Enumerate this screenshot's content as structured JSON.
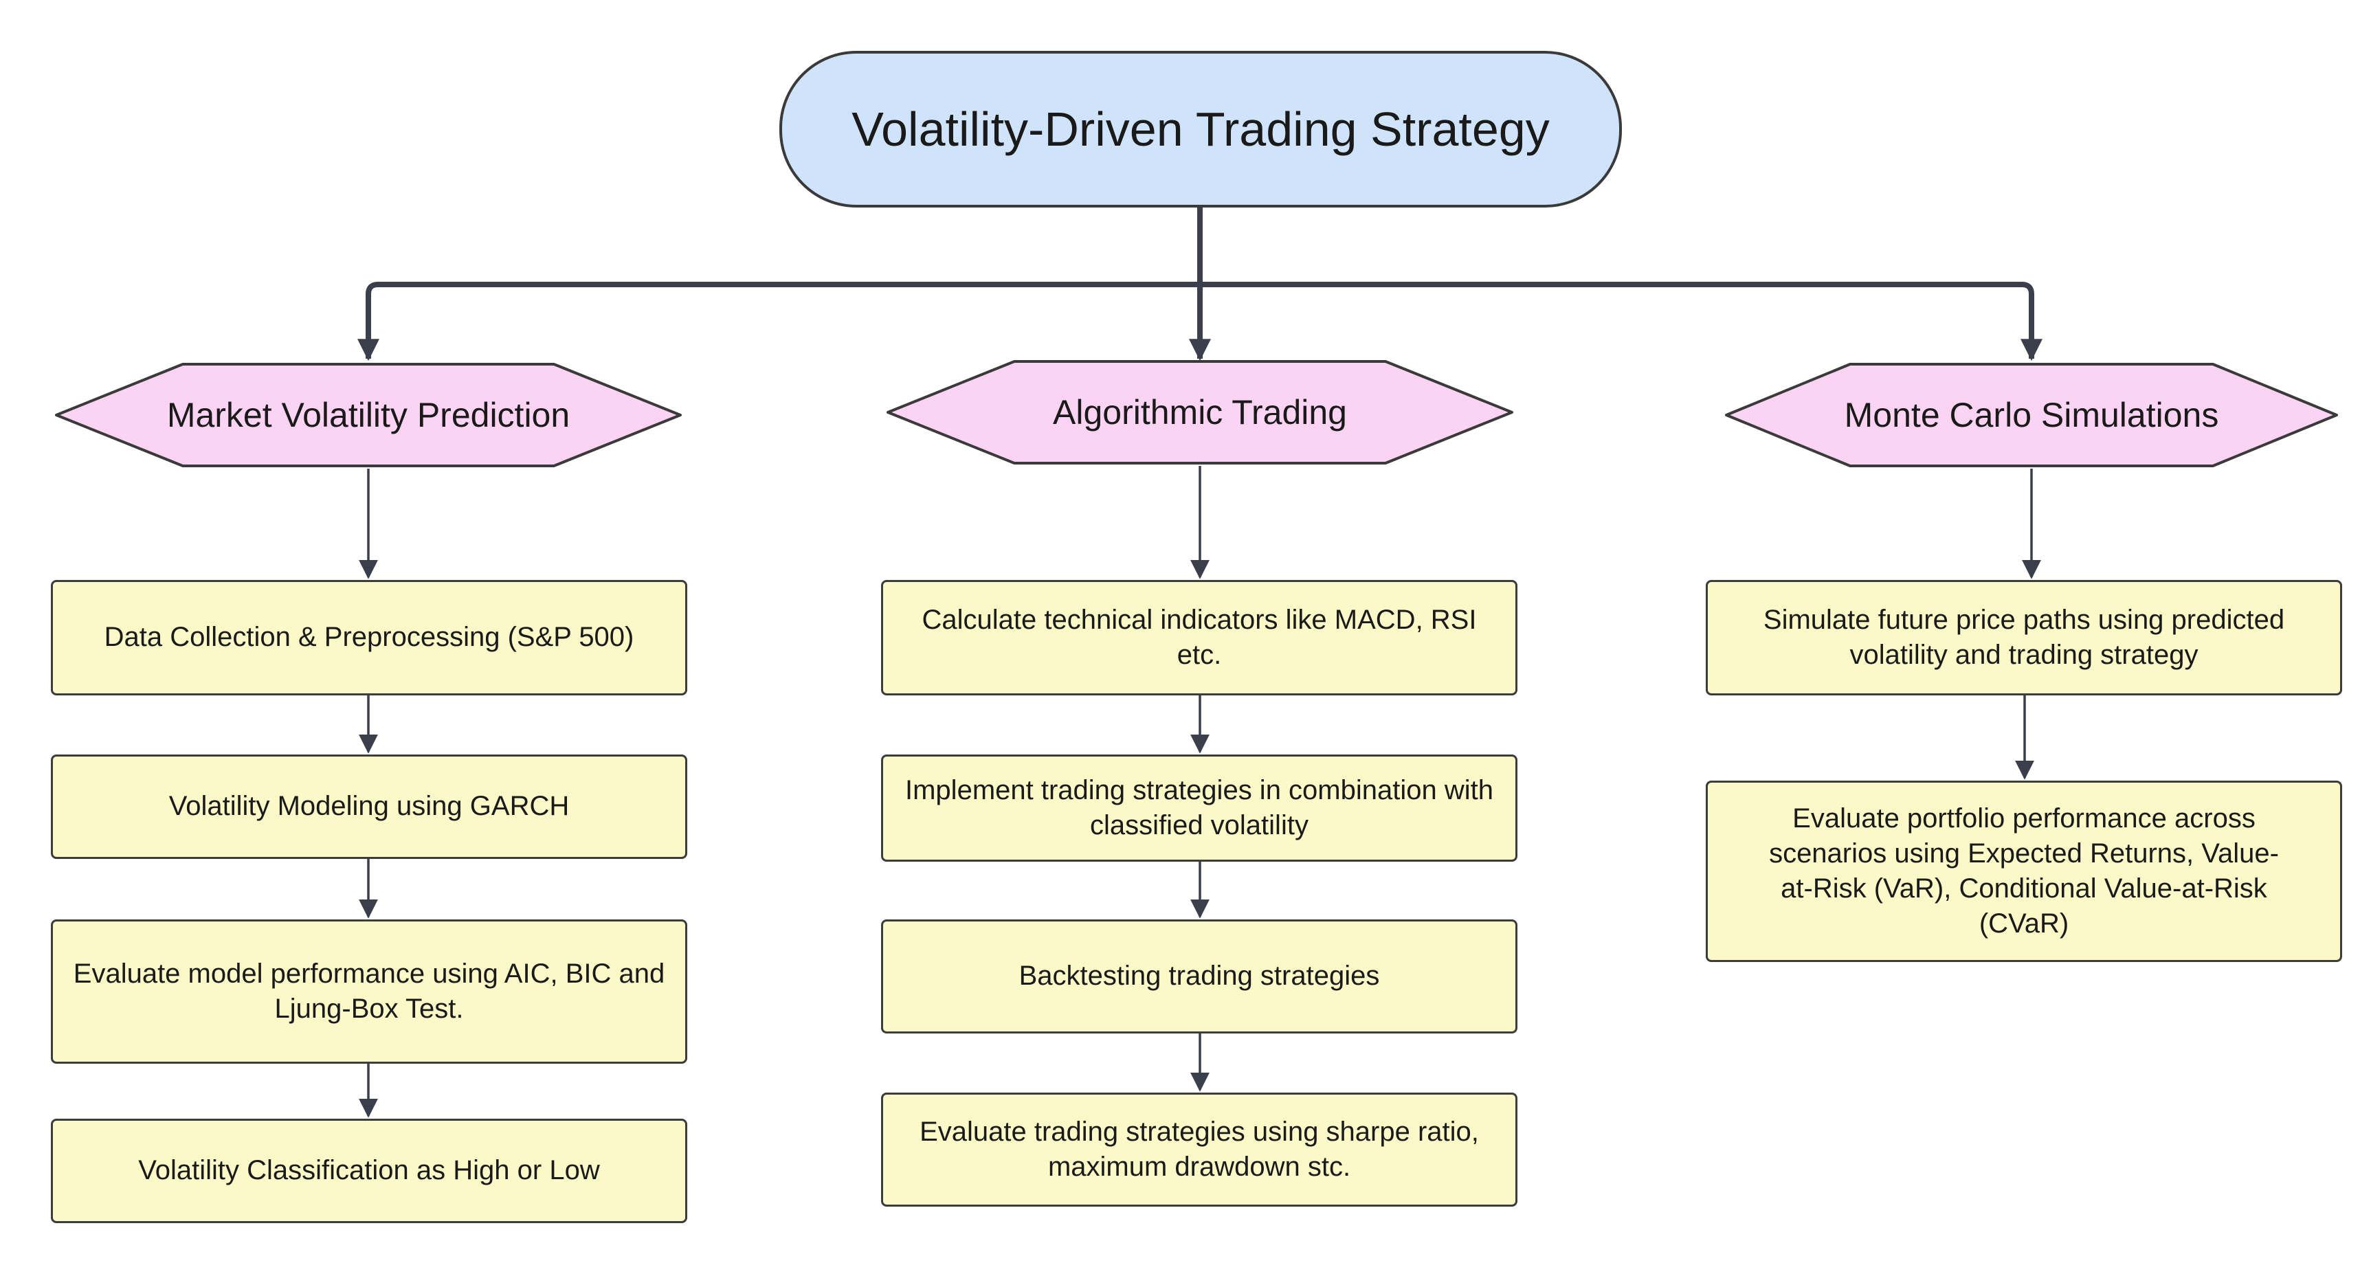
{
  "root": {
    "label": "Volatility-Driven Trading Strategy"
  },
  "branches": [
    {
      "label": "Market Volatility Prediction",
      "steps": [
        "Data Collection & Preprocessing (S&P 500)",
        "Volatility Modeling using GARCH",
        "Evaluate model performance using AIC, BIC and Ljung-Box Test.",
        "Volatility Classification as High or Low"
      ]
    },
    {
      "label": "Algorithmic Trading",
      "steps": [
        "Calculate technical indicators like MACD, RSI etc.",
        "Implement trading strategies in combination with classified volatility",
        "Backtesting trading strategies",
        "Evaluate trading strategies using sharpe ratio, maximum drawdown stc."
      ]
    },
    {
      "label": "Monte Carlo Simulations",
      "steps": [
        "Simulate future price paths using predicted volatility and trading strategy",
        "Evaluate portfolio performance across scenarios using Expected Returns, Value-at-Risk (VaR), Conditional Value-at-Risk (CVaR)"
      ]
    }
  ],
  "colors": {
    "root_fill": "#cfe3fb",
    "branch_fill": "#fbd4f4",
    "step_fill": "#fbf9c8",
    "connector": "#3a3f4b"
  }
}
